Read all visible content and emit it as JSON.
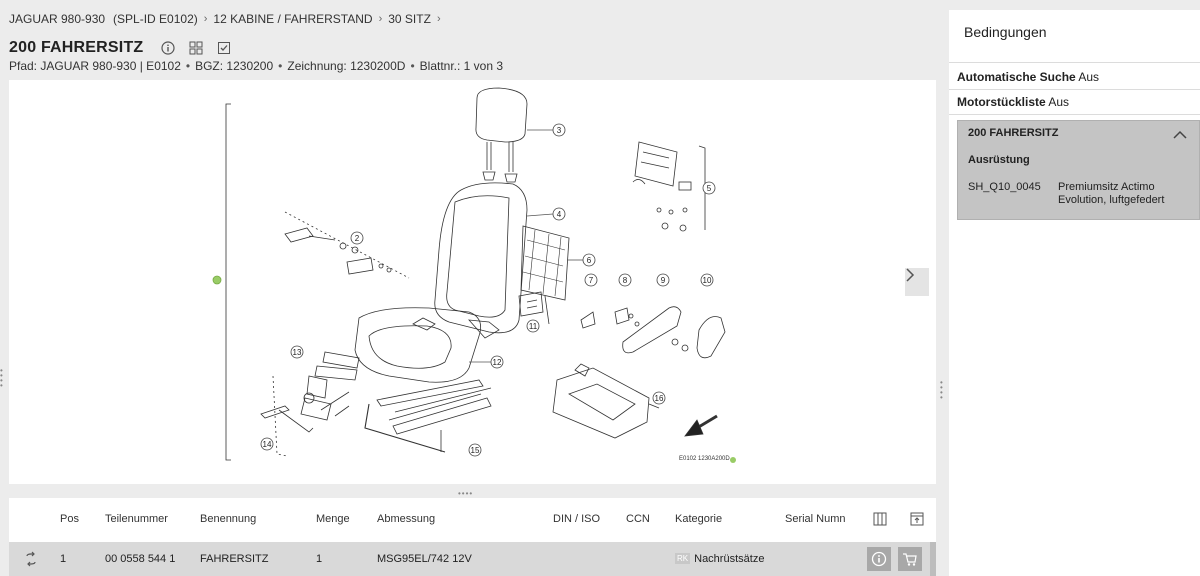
{
  "breadcrumb": {
    "model": "JAGUAR 980-930",
    "spl_id": "(SPL-ID E0102)",
    "group": "12 KABINE / FAHRERSTAND",
    "subgroup": "30 SITZ"
  },
  "header": {
    "title": "200 FAHRERSITZ",
    "icons": [
      "info-icon",
      "grid-icon",
      "checklist-icon"
    ],
    "path": {
      "pfad": "Pfad: JAGUAR 980-930 | E0102",
      "bgz": "BGZ: 1230200",
      "zeichnung": "Zeichnung: 1230200D",
      "blatt": "Blattnr.: 1 von 3"
    }
  },
  "drawing": {
    "label": "E0102 1230A200D",
    "callouts": [
      "2",
      "3",
      "4",
      "5",
      "6",
      "7",
      "8",
      "9",
      "10",
      "11",
      "12",
      "13",
      "14",
      "15",
      "16"
    ]
  },
  "table": {
    "columns": [
      "Pos",
      "Teilenummer",
      "Benennung",
      "Menge",
      "Abmessung",
      "DIN / ISO",
      "CCN",
      "Kategorie",
      "Serial Numn"
    ],
    "rows": [
      {
        "pos": "1",
        "teilenummer": "00 0558 544 1",
        "benennung": "FAHRERSITZ",
        "menge": "1",
        "abmessung": "MSG95EL/742 12V",
        "din_iso": "",
        "ccn": "",
        "kategorie_badge": "RK",
        "kategorie": "Nachrüstsätze"
      }
    ]
  },
  "conditions": {
    "title": "Bedingungen",
    "auto_search_label": "Automatische Suche",
    "auto_search_value": "Aus",
    "motor_list_label": "Motorstückliste",
    "motor_list_value": "Aus",
    "panel": {
      "title": "200 FAHRERSITZ",
      "subtitle": "Ausrüstung",
      "code": "SH_Q10_0045",
      "description": "Premiumsitz Actimo Evolution, luftgefedert"
    }
  }
}
